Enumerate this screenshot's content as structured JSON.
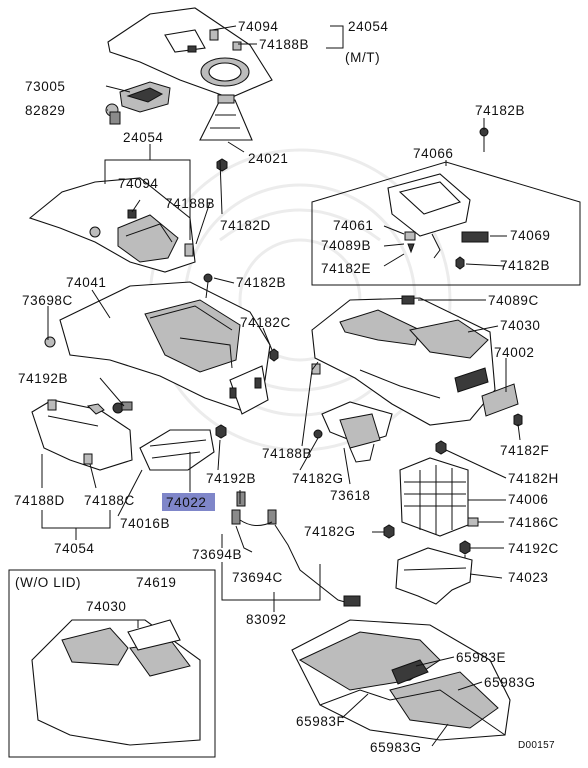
{
  "diagram": {
    "id_code": "D00157",
    "highlighted_part": "74022",
    "notes": {
      "mt": "(M/T)",
      "wo_lid": "(W/O LID)"
    },
    "labels": {
      "p74094_top": "74094",
      "p24054_top": "24054",
      "p74188B_top": "74188B",
      "p73005": "73005",
      "p82829": "82829",
      "p24054_mid": "24054",
      "p74094_mid": "74094",
      "p74188B_mid": "74188B",
      "p24021": "24021",
      "p74182D": "74182D",
      "p74182B_top": "74182B",
      "p74066": "74066",
      "p74061": "74061",
      "p74089B": "74089B",
      "p74182E": "74182E",
      "p74069": "74069",
      "p74182B_box": "74182B",
      "p74041": "74041",
      "p74182B_mid": "74182B",
      "p73698C": "73698C",
      "p74182C": "74182C",
      "p74089C": "74089C",
      "p74030": "74030",
      "p74002": "74002",
      "p74192B_left": "74192B",
      "p74182F": "74182F",
      "p74188B_low": "74188B",
      "p74182G_a": "74182G",
      "p74182H": "74182H",
      "p74192B_mid": "74192B",
      "p73618": "73618",
      "p74006": "74006",
      "p74188D": "74188D",
      "p74188C": "74188C",
      "p74022": "74022",
      "p74016B": "74016B",
      "p74182G_b": "74182G",
      "p74186C": "74186C",
      "p74054": "74054",
      "p73694B": "73694B",
      "p74192C": "74192C",
      "p73694C": "73694C",
      "p74023": "74023",
      "p83092": "83092",
      "p74619": "74619",
      "p74030_inset": "74030",
      "p65983E": "65983E",
      "p65983G_a": "65983G",
      "p65983F": "65983F",
      "p65983G_b": "65983G"
    }
  }
}
